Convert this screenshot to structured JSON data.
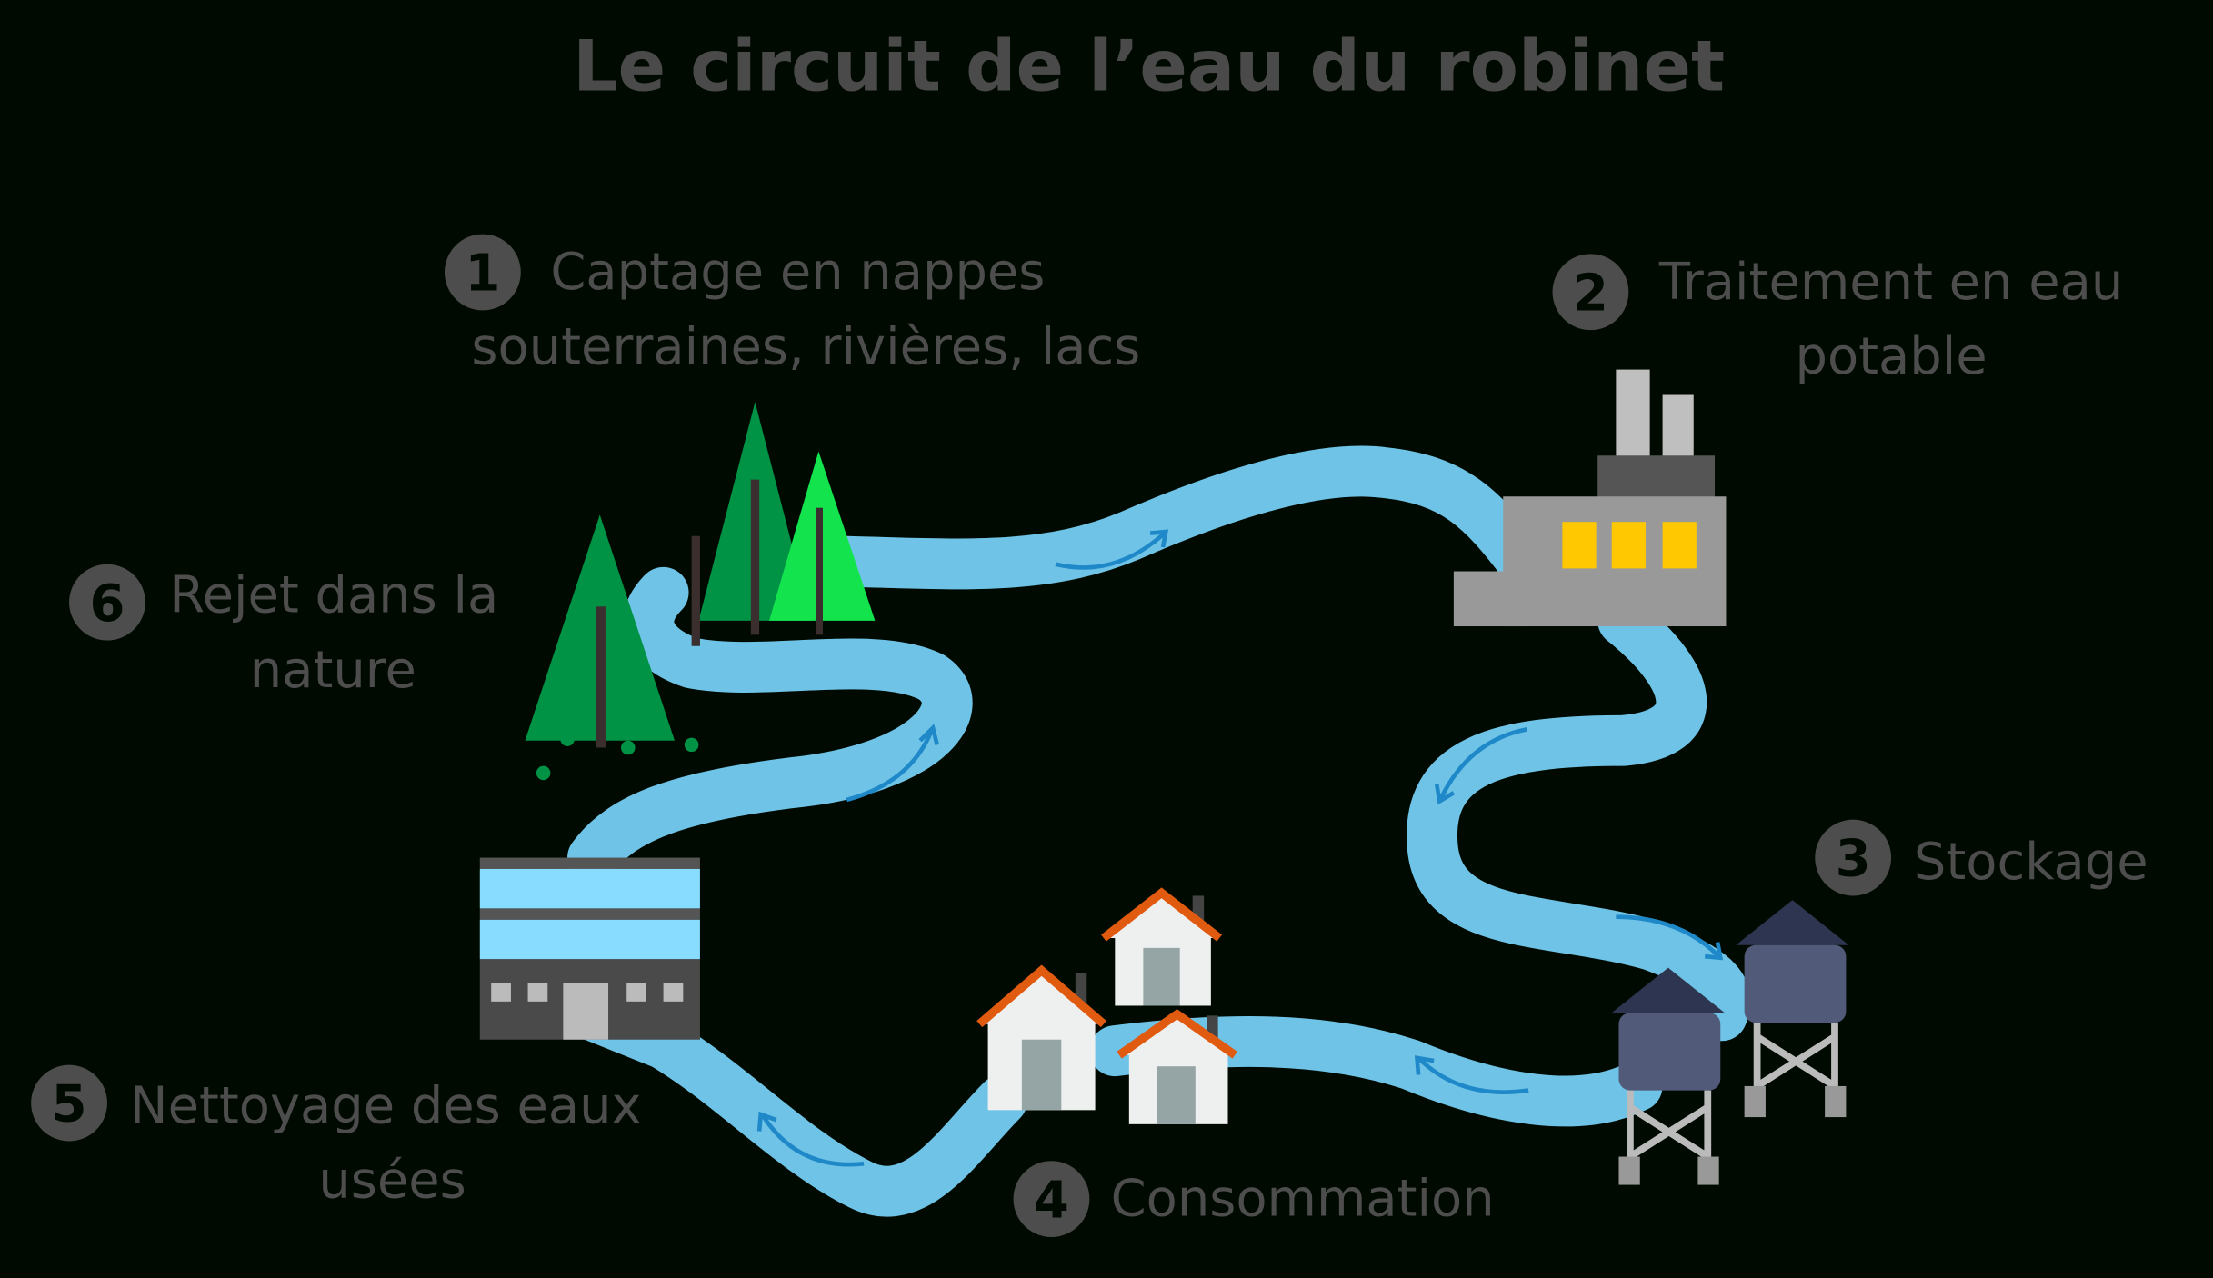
{
  "title": "Le circuit de l’eau du robinet",
  "steps": [
    {
      "number": "1",
      "line1": "Captage en nappes",
      "line2": "souterraines, rivières, lacs"
    },
    {
      "number": "2",
      "line1": "Traitement en eau",
      "line2": "potable"
    },
    {
      "number": "3",
      "line1": "Stockage",
      "line2": ""
    },
    {
      "number": "4",
      "line1": "Consommation",
      "line2": ""
    },
    {
      "number": "5",
      "line1": "Nettoyage des eaux",
      "line2": "usées"
    },
    {
      "number": "6",
      "line1": "Rejet dans la",
      "line2": "nature"
    }
  ],
  "colors": {
    "background": "#000a00",
    "river": "#6ec3e6",
    "arrow": "#1e88c8",
    "text": "#4d4d4d"
  }
}
